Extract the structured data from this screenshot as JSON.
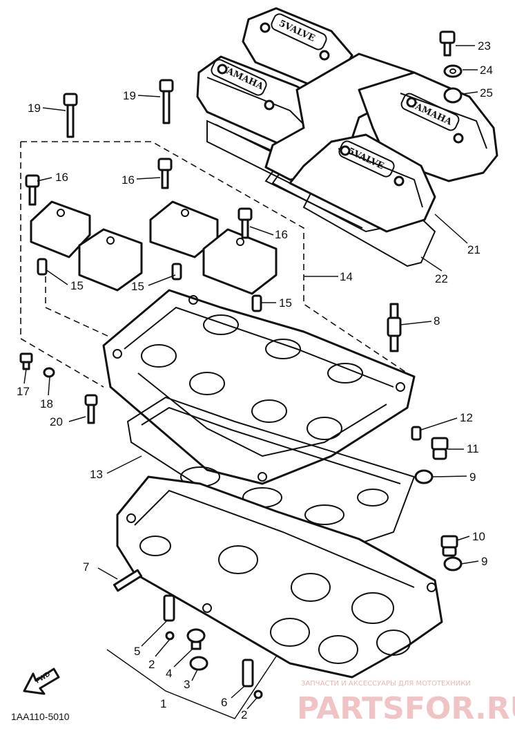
{
  "diagram": {
    "catalog_code": "1AA110-5010",
    "direction_label": "FWD",
    "cover_embossing": [
      "YAMAHA",
      "YAMAHA",
      "5VALVE",
      "5VALVE"
    ],
    "watermark": {
      "caption": "ЗАПЧАСТИ И АКСЕССУАРЫ ДЛЯ МОТОТЕХНИКИ",
      "brand": "PARTSFOR.RU"
    },
    "callouts": {
      "c23": "23",
      "c24": "24",
      "c25": "25",
      "c19a": "19",
      "c19b": "19",
      "c16a": "16",
      "c16b": "16",
      "c16c": "16",
      "c15a": "15",
      "c15b": "15",
      "c15c": "15",
      "c14": "14",
      "c21": "21",
      "c22": "22",
      "c8": "8",
      "c17": "17",
      "c18": "18",
      "c20": "20",
      "c12": "12",
      "c11": "11",
      "c9a": "9",
      "c13": "13",
      "c10": "10",
      "c9b": "9",
      "c7": "7",
      "c5": "5",
      "c2a": "2",
      "c4": "4",
      "c3": "3",
      "c6": "6",
      "c2b": "2",
      "c1": "1"
    }
  }
}
